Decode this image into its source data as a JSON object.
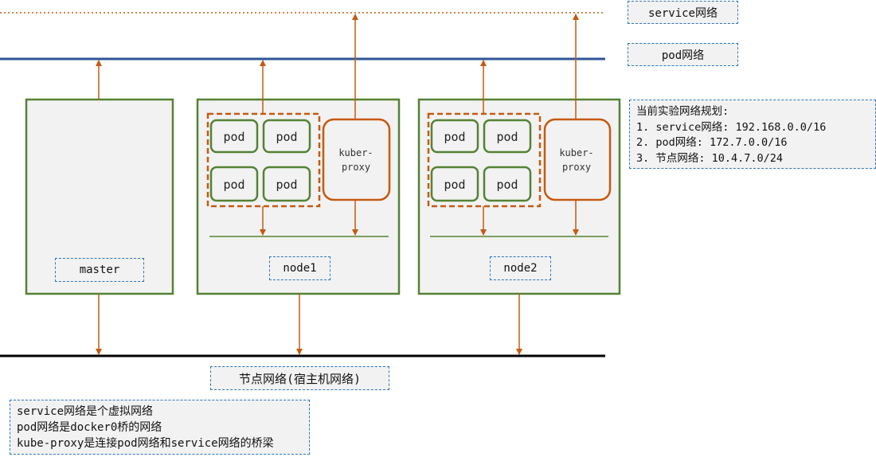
{
  "network_labels": {
    "service": "service网络",
    "pod": "pod网络",
    "node": "节点网络(宿主机网络)"
  },
  "hosts": {
    "master": {
      "name": "master"
    },
    "node1": {
      "name": "node1",
      "pods": [
        "pod",
        "pod",
        "pod",
        "pod"
      ],
      "proxy": [
        "kuber-",
        "proxy"
      ]
    },
    "node2": {
      "name": "node2",
      "pods": [
        "pod",
        "pod",
        "pod",
        "pod"
      ],
      "proxy": [
        "kuber-",
        "proxy"
      ]
    }
  },
  "plan": {
    "title": "当前实验网络规划:",
    "items": [
      "1. service网络: 192.168.0.0/16",
      "2. pod网络: 172.7.0.0/16",
      "3. 节点网络: 10.4.7.0/24"
    ]
  },
  "notes": [
    "service网络是个虚拟网络",
    "pod网络是docker0桥的网络",
    "kube-proxy是连接pod网络和service网络的桥梁"
  ],
  "colors": {
    "host_border": "#548235",
    "pod_border": "#548235",
    "proxy_border": "#c55a11",
    "arrow": "#c55a11",
    "pod_network_line": "#2f5597",
    "service_network_line": "#c55a11",
    "node_network_line": "#000000",
    "label_border": "#2e75b6",
    "fill": "#f2f2f2"
  }
}
